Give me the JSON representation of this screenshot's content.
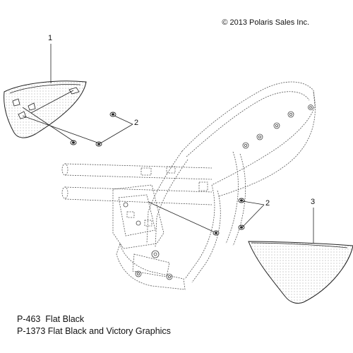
{
  "copyright": "© 2013 Polaris Sales Inc.",
  "callouts": [
    "1",
    "2",
    "2",
    "3"
  ],
  "legend": [
    "P-463  Flat Black",
    "P-1373 Flat Black and Victory Graphics"
  ],
  "colors": {
    "line": "#222222",
    "dashed": "#555555",
    "background": "#ffffff"
  }
}
